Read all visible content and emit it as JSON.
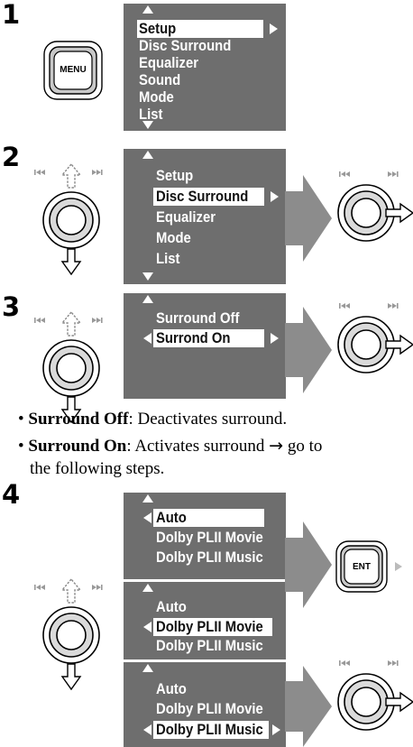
{
  "steps": {
    "s1": "1",
    "s2": "2",
    "s3": "3",
    "s4": "4"
  },
  "buttons": {
    "menu": "MENU",
    "ent": "ENT"
  },
  "step1_menu": [
    "Setup",
    "Disc Surround",
    "Equalizer",
    "Sound",
    "Mode",
    "List"
  ],
  "step2_menu": [
    "Setup",
    "Disc Surround",
    "Equalizer",
    "Mode",
    "List"
  ],
  "step3_menu": [
    "Surround Off",
    "Surrond On"
  ],
  "step4_menus": [
    [
      "Auto",
      "Dolby PLII Movie",
      "Dolby PLII Music"
    ],
    [
      "Auto",
      "Dolby PLII Movie",
      "Dolby PLII Music"
    ],
    [
      "Auto",
      "Dolby PLII Movie",
      "Dolby PLII Music"
    ]
  ],
  "bullets": [
    {
      "term": "Surround Off",
      "desc": ": Deactivates surround."
    },
    {
      "term": "Surround On",
      "desc": ": Activates surround",
      "arrow": "→",
      "desc2": " go to",
      "desc3": "the following steps."
    }
  ],
  "colors": {
    "screen": "#6e6e6e",
    "arrow_panel": "#8c8c8c",
    "text": "#000000"
  },
  "icons": [
    "menu-button-icon",
    "control-dial-icon",
    "ent-button-icon",
    "skip-back-icon",
    "skip-forward-icon",
    "arrow-up-icon",
    "arrow-down-icon",
    "arrow-right-icon"
  ]
}
